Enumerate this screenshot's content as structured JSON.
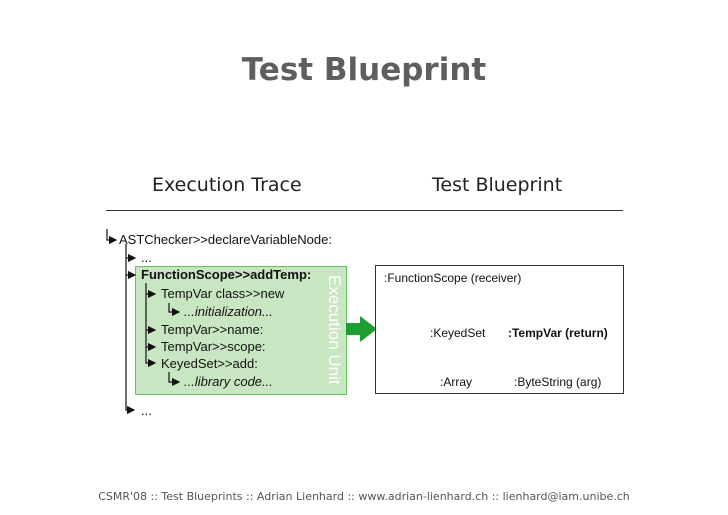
{
  "title": "Test Blueprint",
  "headers": {
    "left": "Execution Trace",
    "right": "Test Blueprint"
  },
  "trace": {
    "root": "ASTChecker>>declareVariableNode:",
    "ellipsis_top": "...",
    "function_scope": "FunctionScope>>addTemp:",
    "tempvar_class_new": "TempVar class>>new",
    "initialization": "...initialization...",
    "tempvar_name": "TempVar>>name:",
    "tempvar_scope": "TempVar>>scope:",
    "keyedset_add": "KeyedSet>>add:",
    "library_code": "...library code...",
    "ellipsis_bottom": "...",
    "execution_unit": "Execution Unit"
  },
  "blueprint": {
    "function_scope": ":FunctionScope (receiver)",
    "keyed_set": ":KeyedSet",
    "temp_var": ":TempVar (return)",
    "array": ":Array",
    "byte_string": ":ByteString (arg)"
  },
  "colors": {
    "green_fill": "#c9e6c2",
    "green_arrow": "#1e9e2e",
    "title": "#5e5e5e"
  },
  "footer": "CSMR'08 :: Test Blueprints :: Adrian Lienhard :: www.adrian-lienhard.ch :: lienhard@iam.unibe.ch"
}
